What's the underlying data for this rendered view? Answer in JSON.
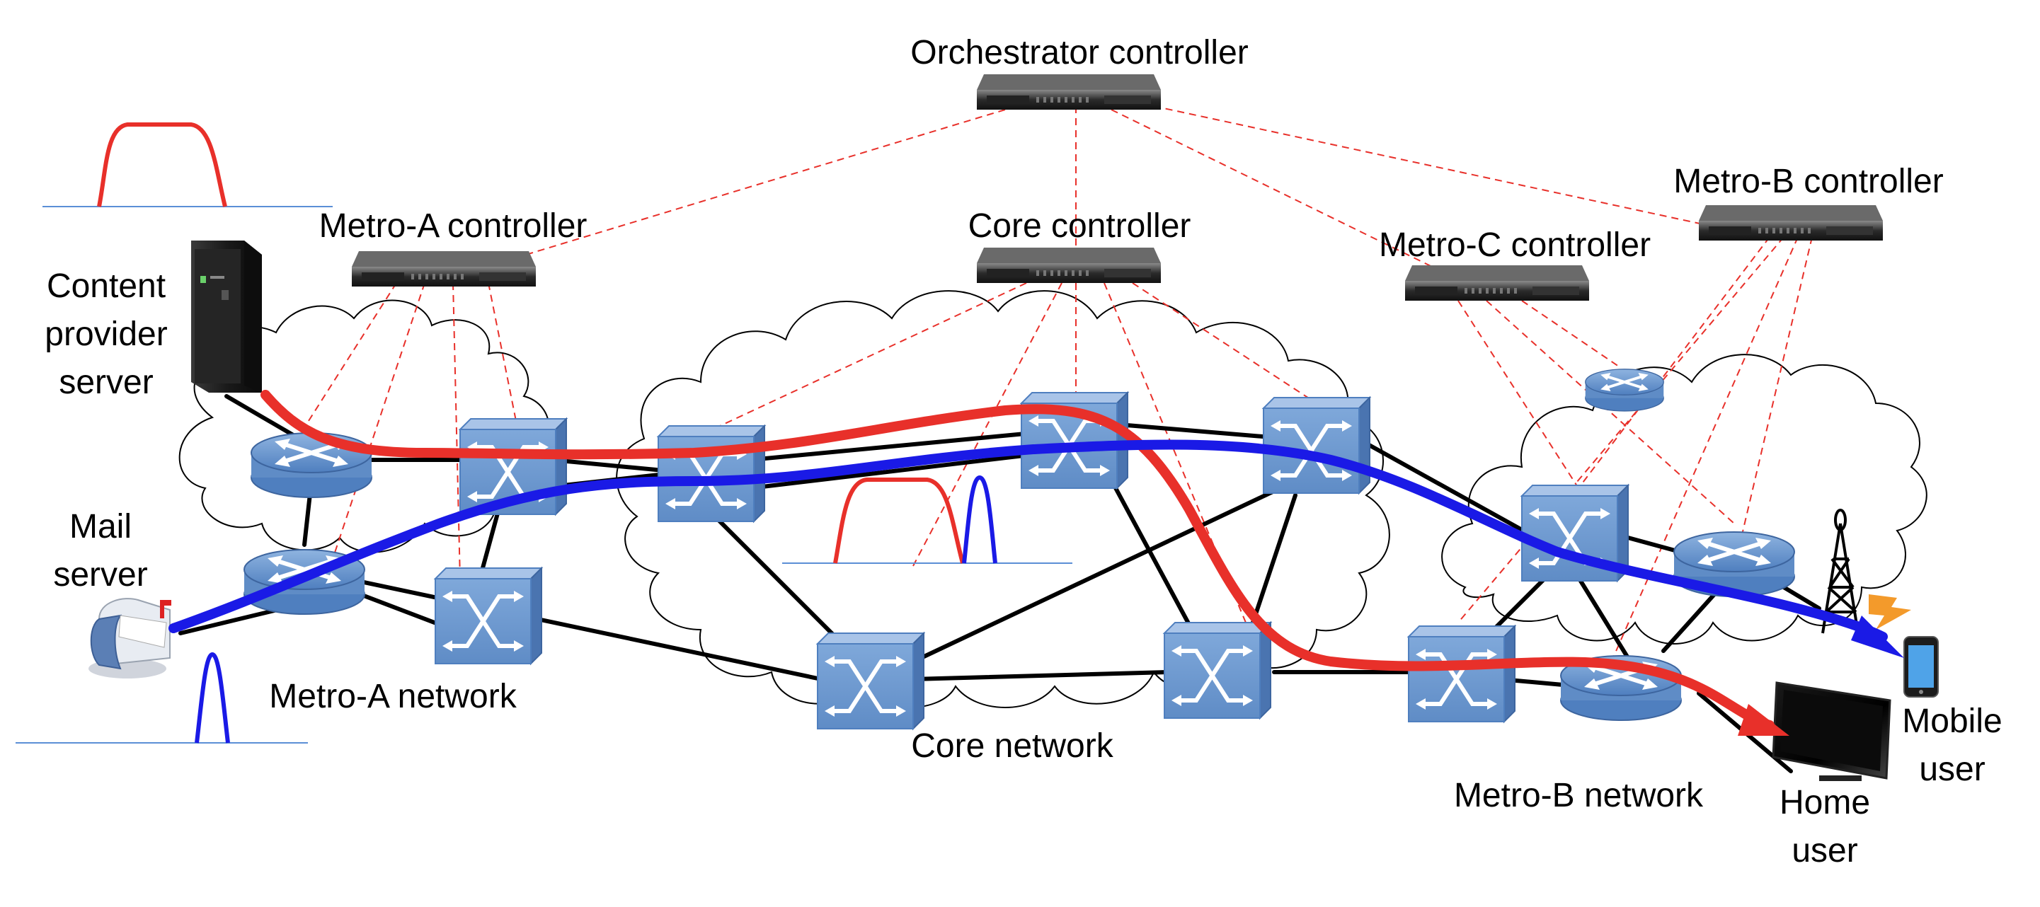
{
  "labels": {
    "orchestrator": "Orchestrator controller",
    "metro_a_controller": "Metro-A controller",
    "core_controller": "Core controller",
    "metro_c_controller": "Metro-C controller",
    "metro_b_controller": "Metro-B controller",
    "content_provider": [
      "Content",
      "provider",
      "server"
    ],
    "mail_server": [
      "Mail",
      "server"
    ],
    "metro_a_network": "Metro-A network",
    "core_network": "Core network",
    "metro_b_network": "Metro-B network",
    "home_user": [
      "Home",
      "user"
    ],
    "mobile_user": [
      "Mobile",
      "user"
    ]
  },
  "colors": {
    "red_path": "#e8302a",
    "blue_path": "#1a1ae6",
    "switch_blue": "#6e9bd0",
    "control_link": "#e8302a",
    "fiber_link": "#000000",
    "baseline": "#5b8fd6"
  },
  "icons": [
    "server-icon",
    "rack-server-icon",
    "mailbox-icon",
    "router-icon",
    "optical-switch-icon",
    "cell-tower-icon",
    "tv-icon",
    "smartphone-icon",
    "lightning-icon"
  ]
}
